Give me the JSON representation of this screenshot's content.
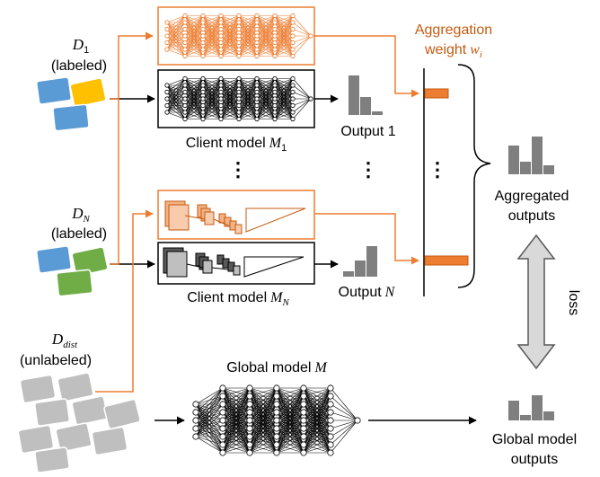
{
  "labels": {
    "d1": "D",
    "d1_sub": "1",
    "d1_tag": "(labeled)",
    "dn": "D",
    "dn_sub": "N",
    "dn_tag": "(labeled)",
    "ddist": "D",
    "ddist_sub": "dist",
    "ddist_tag": "(unlabeled)",
    "agg_weight_line1": "Aggregation",
    "agg_weight_line2": "weight",
    "agg_weight_sym": "w",
    "agg_weight_sub": "i",
    "client1_prefix": "Client model",
    "client1_sym": "M",
    "client1_sub": "1",
    "clientn_prefix": "Client model",
    "clientn_sym": "M",
    "clientn_sub": "N",
    "output1": "Output 1",
    "outputn_prefix": "Output",
    "outputn_sym": "N",
    "aggregated_line1": "Aggregated",
    "aggregated_line2": "outputs",
    "loss": "loss",
    "global_prefix": "Global model",
    "global_sym": "M",
    "global_out_line1": "Global model",
    "global_out_line2": "outputs",
    "vdots": "⋮"
  },
  "colors": {
    "accent": "#ed7d31",
    "accent_dark": "#c55a11",
    "bars": "#7f7f7f",
    "line": "#000000",
    "arrow_fill": "#d9d9d9",
    "blue": "#5b9bd5",
    "yellow": "#ffc000",
    "green": "#70ad47",
    "gray": "#bfbfbf"
  }
}
